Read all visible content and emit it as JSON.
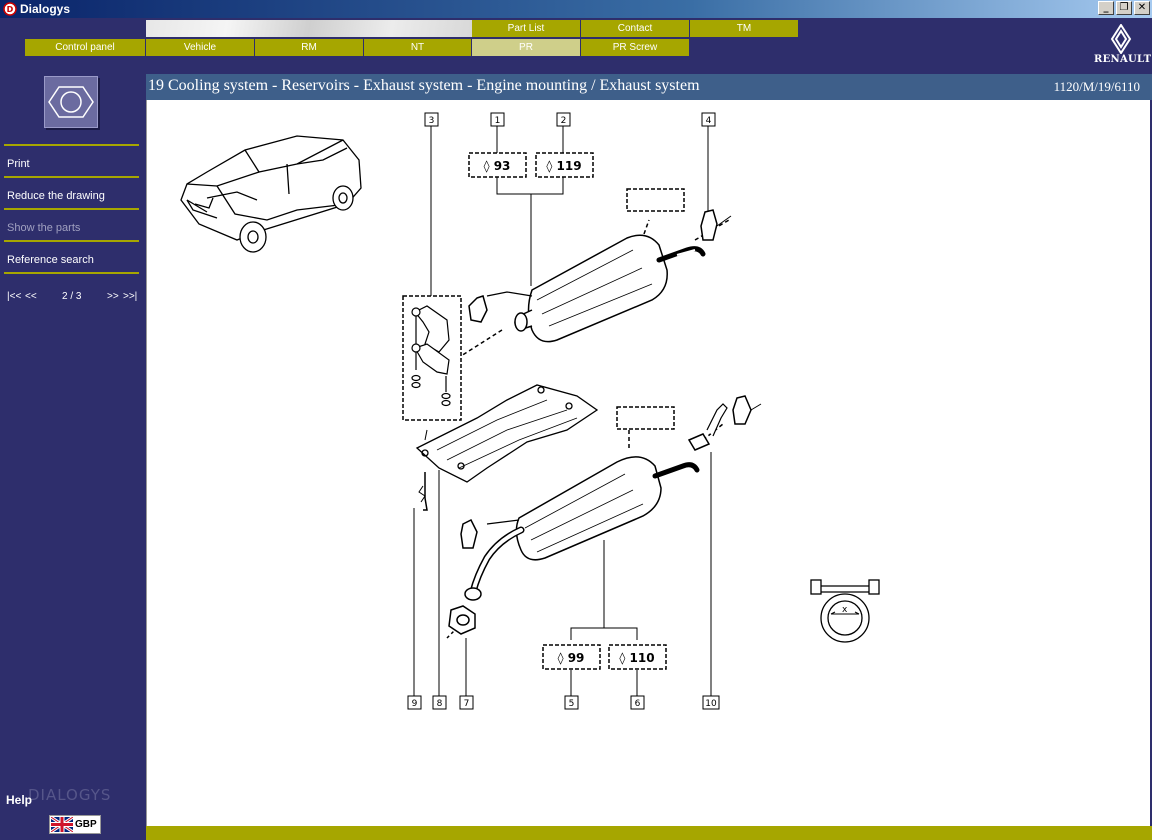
{
  "window": {
    "title": "Dialogys"
  },
  "nav": {
    "top_tabs": [
      {
        "label": "Part List"
      },
      {
        "label": "Contact"
      },
      {
        "label": "TM"
      }
    ],
    "main_tabs": [
      {
        "label": "Control panel"
      },
      {
        "label": "Vehicle"
      },
      {
        "label": "RM"
      },
      {
        "label": "NT"
      },
      {
        "label": "PR",
        "active": true
      },
      {
        "label": "PR Screw"
      }
    ]
  },
  "brand": {
    "name": "RENAULT"
  },
  "sidebar": {
    "items": [
      {
        "label": "Print",
        "enabled": true
      },
      {
        "label": "Reduce the drawing",
        "enabled": true
      },
      {
        "label": "Show the parts",
        "enabled": false
      },
      {
        "label": "Reference search",
        "enabled": true
      }
    ],
    "pager": {
      "first": "|<<",
      "prev": "<<",
      "page": "2 / 3",
      "next": ">>",
      "last": ">>|"
    },
    "help": "Help",
    "watermark": "DIALOGYS",
    "language": "GBP"
  },
  "main": {
    "title": "19 Cooling system - Reservoirs - Exhaust system - Engine mounting / Exhaust system",
    "reference": "1120/M/19/6110"
  },
  "diagram": {
    "callouts": [
      "1",
      "2",
      "3",
      "4",
      "5",
      "6",
      "7",
      "8",
      "9",
      "10"
    ],
    "quantities": [
      "◊ 93",
      "◊ 119",
      "◊ 99",
      "◊ 110"
    ],
    "clamp_label": "x"
  },
  "colors": {
    "background": "#2e2e6c",
    "tab": "#a6a600",
    "tab_active": "#cfcf8a",
    "title_bar": "#3e5f8a"
  }
}
